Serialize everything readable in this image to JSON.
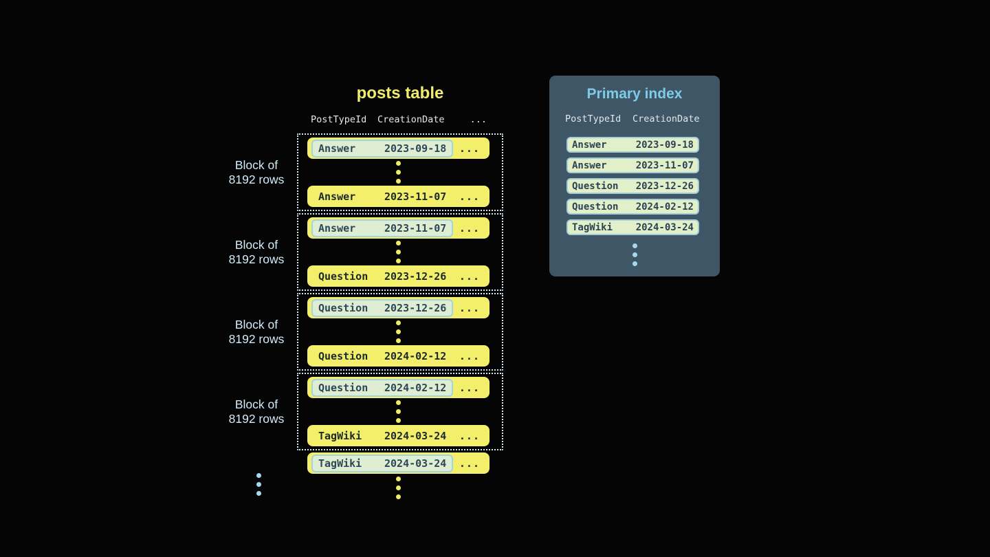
{
  "posts_table": {
    "title": "posts table",
    "headers": {
      "col1": "PostTypeId",
      "col2": "CreationDate",
      "col3": "..."
    },
    "ellipsis": "...",
    "block_label": {
      "line1": "Block of",
      "line2": "8192 rows"
    },
    "blocks": [
      {
        "first": {
          "type": "Answer",
          "date": "2023-09-18"
        },
        "last": {
          "type": "Answer",
          "date": "2023-11-07"
        }
      },
      {
        "first": {
          "type": "Answer",
          "date": "2023-11-07"
        },
        "last": {
          "type": "Question",
          "date": "2023-12-26"
        }
      },
      {
        "first": {
          "type": "Question",
          "date": "2023-12-26"
        },
        "last": {
          "type": "Question",
          "date": "2024-02-12"
        }
      },
      {
        "first": {
          "type": "Question",
          "date": "2024-02-12"
        },
        "last": {
          "type": "TagWiki",
          "date": "2024-03-24"
        }
      }
    ],
    "overflow_row": {
      "type": "TagWiki",
      "date": "2024-03-24"
    }
  },
  "primary_index": {
    "title": "Primary index",
    "headers": {
      "col1": "PostTypeId",
      "col2": "CreationDate"
    },
    "rows": [
      {
        "type": "Answer",
        "date": "2023-09-18"
      },
      {
        "type": "Answer",
        "date": "2023-11-07"
      },
      {
        "type": "Question",
        "date": "2023-12-26"
      },
      {
        "type": "Question",
        "date": "2024-02-12"
      },
      {
        "type": "TagWiki",
        "date": "2024-03-24"
      }
    ]
  },
  "colors": {
    "background": "#050505",
    "row_yellow": "#f3ef6b",
    "highlight_green": "#dfeed2",
    "highlight_border_blue": "#9fd4e6",
    "panel_background": "#3f5666",
    "panel_title_blue": "#7ecbe8",
    "index_row_green": "#e2f0ca",
    "title_yellow": "#f1ec6e",
    "block_label_blue": "#d2ebf8",
    "dotted_border": "#d6ebf2",
    "blue_dots": "#a6d9ef"
  }
}
